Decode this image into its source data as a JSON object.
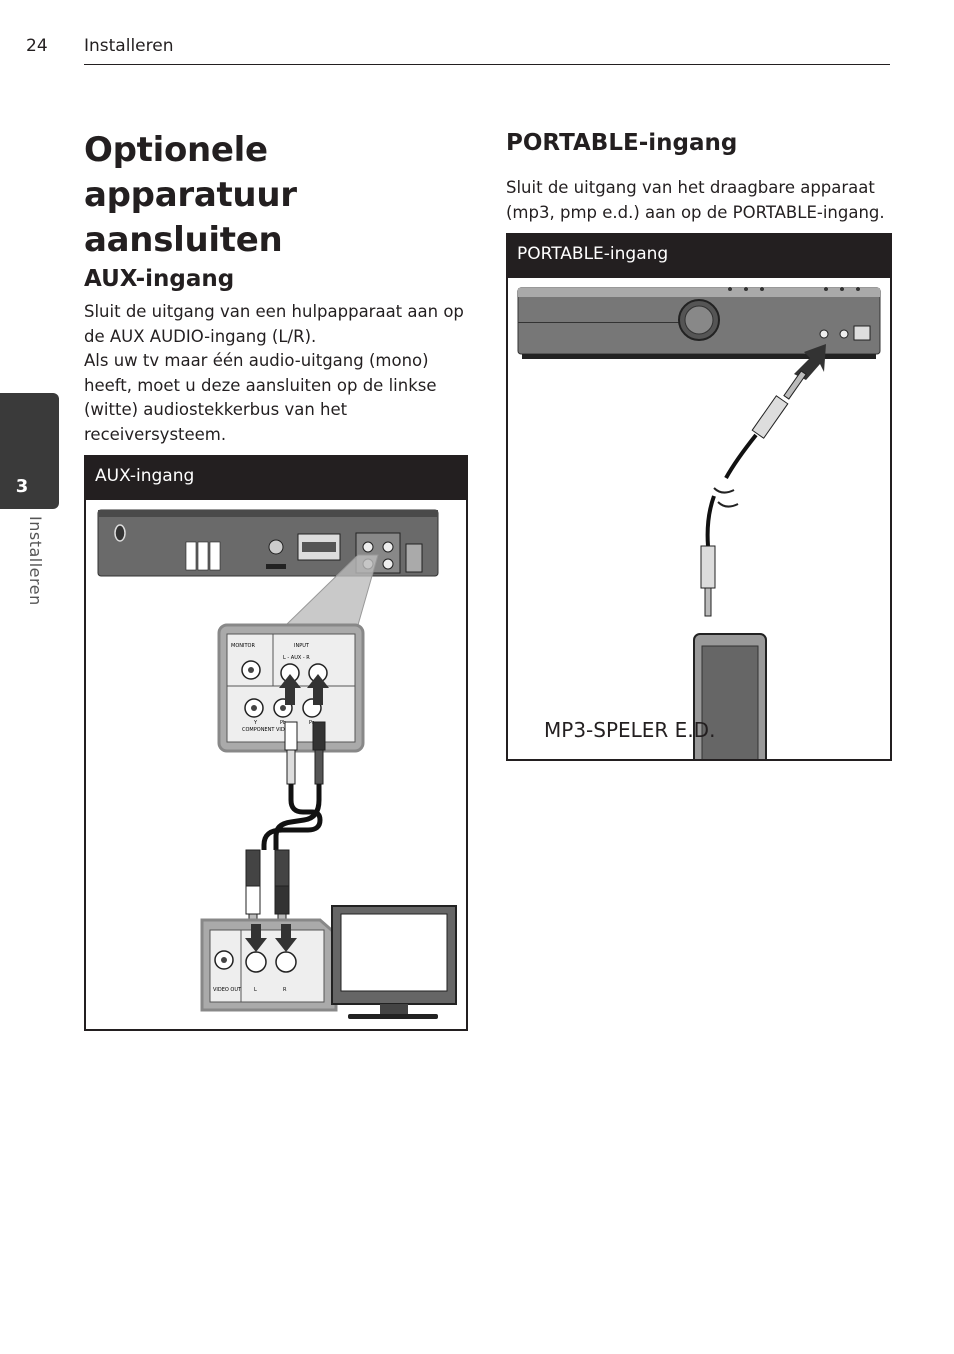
{
  "header": {
    "page_number": "24",
    "section": "Installeren"
  },
  "side_tab": {
    "number": "3",
    "label": "Installeren"
  },
  "title": "Optionele apparatuur aansluiten",
  "aux": {
    "heading": "AUX-ingang",
    "paragraphs": [
      "Sluit de uitgang van een hulpapparaat aan op de AUX AUDIO-ingang (L/R).",
      "Als uw tv maar één audio-uitgang (mono) heeft, moet u deze aansluiten op de linkse (witte) audiostekkerbus van het receiversysteem."
    ],
    "figure": {
      "header": "AUX-ingang",
      "labels": {
        "monitor": "MONITOR",
        "input": "INPUT",
        "aux_lr": "L  -  AUX  -  R",
        "y": "Y",
        "pb": "Pb",
        "pr": "Pr",
        "component_video": "COMPONENT VIDEO",
        "video_out": "VIDEO OUT",
        "l": "L",
        "r": "R"
      }
    }
  },
  "portable": {
    "heading": "PORTABLE-ingang",
    "text": "Sluit de uitgang van het draagbare apparaat (mp3, pmp e.d.) aan op de PORTABLE-ingang.",
    "figure": {
      "header": "PORTABLE-ingang",
      "device_label": "MP3-SPELER E.D."
    }
  },
  "colors": {
    "text": "#231f20",
    "box_header_bg": "#231f20",
    "box_header_text": "#ffffff",
    "side_tab_bg": "#3a3a3a"
  }
}
